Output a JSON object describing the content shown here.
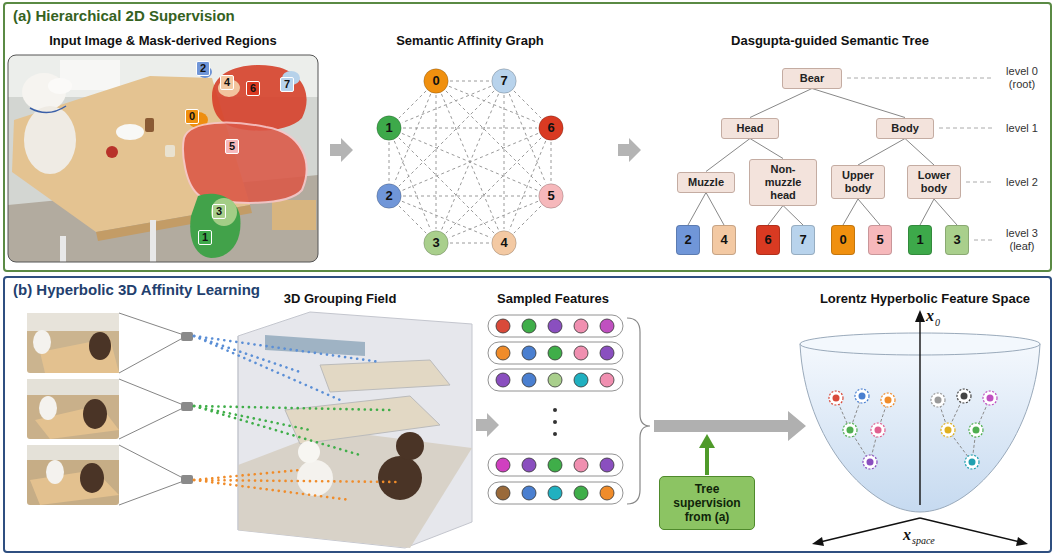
{
  "diagram": {
    "nodes": [
      {
        "text": [
          "(a) Hierarchical 2D Supervision"
        ]
      },
      {
        "text": [
          "2"
        ],
        "in": 0
      },
      {
        "text": [
          "4"
        ],
        "in": 0
      },
      {
        "text": [
          "6"
        ],
        "in": 0
      },
      {
        "text": [
          "7"
        ],
        "in": 0
      },
      {
        "text": [
          "0"
        ],
        "in": 0
      },
      {
        "text": [
          "5"
        ],
        "in": 0
      },
      {
        "text": [
          "3"
        ],
        "in": 0
      },
      {
        "text": [
          "1"
        ],
        "in": 0
      },
      {
        "text": [
          "0"
        ],
        "in": 0
      },
      {
        "text": [
          "7"
        ],
        "in": 0
      },
      {
        "text": [
          "1"
        ],
        "in": 0
      },
      {
        "text": [
          "6"
        ],
        "in": 0
      },
      {
        "text": [
          "2"
        ],
        "in": 0
      },
      {
        "text": [
          "5"
        ],
        "in": 0
      },
      {
        "text": [
          "3"
        ],
        "in": 0
      },
      {
        "text": [
          "4"
        ],
        "in": 0
      },
      {
        "text": [
          "Bear"
        ],
        "in": 0
      },
      {
        "text": [
          "Head"
        ],
        "in": 0
      },
      {
        "text": [
          "Body"
        ],
        "in": 0
      },
      {
        "text": [
          "Muzzle"
        ],
        "in": 0
      },
      {
        "text": [
          "Non-muzzle head"
        ],
        "in": 0
      },
      {
        "text": [
          "Upper body"
        ],
        "in": 0
      },
      {
        "text": [
          "Lower body"
        ],
        "in": 0
      },
      {
        "text": [
          "2"
        ],
        "in": 0
      },
      {
        "text": [
          "4"
        ],
        "in": 0
      },
      {
        "text": [
          "6"
        ],
        "in": 0
      },
      {
        "text": [
          "7"
        ],
        "in": 0
      },
      {
        "text": [
          "0"
        ],
        "in": 0
      },
      {
        "text": [
          "5"
        ],
        "in": 0
      },
      {
        "text": [
          "1"
        ],
        "in": 0
      },
      {
        "text": [
          "3"
        ],
        "in": 0
      },
      {
        "text": [
          "(b) Hyperbolic 3D Affinity Learning"
        ]
      },
      {
        "text": [
          "Tree supervision from (a)"
        ],
        "in": 32
      }
    ],
    "edges": [
      {
        "from": 9,
        "to": 10,
        "arrow": "none"
      },
      {
        "from": 9,
        "to": 11,
        "arrow": "none"
      },
      {
        "from": 9,
        "to": 12,
        "arrow": "none"
      },
      {
        "from": 9,
        "to": 13,
        "arrow": "none"
      },
      {
        "from": 9,
        "to": 14,
        "arrow": "none"
      },
      {
        "from": 9,
        "to": 15,
        "arrow": "none"
      },
      {
        "from": 9,
        "to": 16,
        "arrow": "none"
      },
      {
        "from": 10,
        "to": 11,
        "arrow": "none"
      },
      {
        "from": 10,
        "to": 12,
        "arrow": "none"
      },
      {
        "from": 10,
        "to": 13,
        "arrow": "none"
      },
      {
        "from": 10,
        "to": 14,
        "arrow": "none"
      },
      {
        "from": 10,
        "to": 15,
        "arrow": "none"
      },
      {
        "from": 10,
        "to": 16,
        "arrow": "none"
      },
      {
        "from": 11,
        "to": 12,
        "arrow": "none"
      },
      {
        "from": 11,
        "to": 13,
        "arrow": "none"
      },
      {
        "from": 11,
        "to": 14,
        "arrow": "none"
      },
      {
        "from": 11,
        "to": 15,
        "arrow": "none"
      },
      {
        "from": 11,
        "to": 16,
        "arrow": "none"
      },
      {
        "from": 12,
        "to": 13,
        "arrow": "none"
      },
      {
        "from": 12,
        "to": 14,
        "arrow": "none"
      },
      {
        "from": 12,
        "to": 15,
        "arrow": "none"
      },
      {
        "from": 12,
        "to": 16,
        "arrow": "none"
      },
      {
        "from": 13,
        "to": 14,
        "arrow": "none"
      },
      {
        "from": 13,
        "to": 15,
        "arrow": "none"
      },
      {
        "from": 13,
        "to": 16,
        "arrow": "none"
      },
      {
        "from": 14,
        "to": 15,
        "arrow": "none"
      },
      {
        "from": 14,
        "to": 16,
        "arrow": "none"
      },
      {
        "from": 15,
        "to": 16,
        "arrow": "none"
      },
      {
        "from": 17,
        "to": 18,
        "arrow": "none"
      },
      {
        "from": 17,
        "to": 19,
        "arrow": "none"
      },
      {
        "from": 18,
        "to": 20,
        "arrow": "none"
      },
      {
        "from": 18,
        "to": 21,
        "arrow": "none"
      },
      {
        "from": 19,
        "to": 22,
        "arrow": "none"
      },
      {
        "from": 19,
        "to": 23,
        "arrow": "none"
      },
      {
        "from": 20,
        "to": 24,
        "arrow": "none"
      },
      {
        "from": 20,
        "to": 25,
        "arrow": "none"
      },
      {
        "from": 21,
        "to": 26,
        "arrow": "none"
      },
      {
        "from": 21,
        "to": 27,
        "arrow": "none"
      },
      {
        "from": 22,
        "to": 28,
        "arrow": "none"
      },
      {
        "from": 22,
        "to": 29,
        "arrow": "none"
      },
      {
        "from": 23,
        "to": 30,
        "arrow": "none"
      },
      {
        "from": 23,
        "to": 31,
        "arrow": "none"
      }
    ],
    "labels": [
      "Input Image & Mask-derived Regions",
      "Semantic Affinity Graph",
      "Dasgupta-guided Semantic Tree",
      "level 0 (root)",
      "level 1",
      "level 2",
      "level 3 (leaf)",
      "3D Grouping Field",
      "Sampled Features",
      "Lorentz Hyperbolic Feature Space",
      "x",
      "0",
      "x",
      "space"
    ]
  }
}
